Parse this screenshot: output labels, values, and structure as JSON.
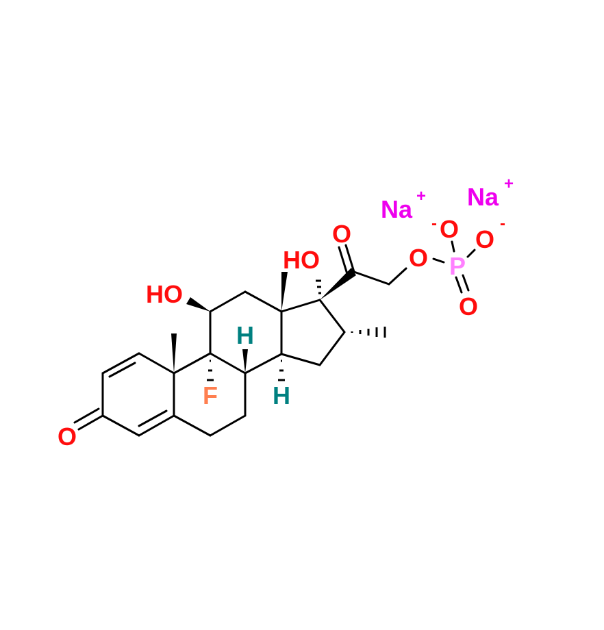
{
  "molecule": {
    "labels": {
      "o3": "O",
      "ho11": "HO",
      "f9": "F",
      "h8": "H",
      "h14": "H",
      "ho17": "HO",
      "o20": "O",
      "o21": "O",
      "p": "P",
      "o_top": "O",
      "o_top_charge": "-",
      "o_right": "O",
      "o_right_charge": "-",
      "o_double": "O",
      "na1": "Na",
      "na1_charge": "+",
      "na2": "Na",
      "na2_charge": "+"
    },
    "colors": {
      "oxygen": "#ff0d0d",
      "fluorine": "#ff7f50",
      "hydrogen": "#008080",
      "phosphorus": "#ff80ff",
      "sodium": "#ee00ee",
      "bond": "#000000"
    }
  }
}
